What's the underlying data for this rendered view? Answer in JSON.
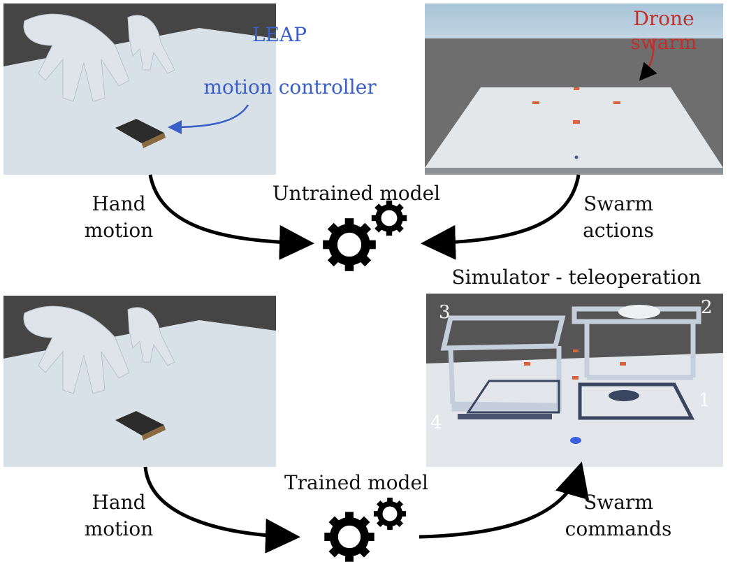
{
  "top_left_panel": {
    "annotation_line1": "LEAP",
    "annotation_line2": "motion controller",
    "annotation_color": "#3a5fc8"
  },
  "top_right_panel": {
    "annotation": "Drone swarm",
    "annotation_color": "#c0302b"
  },
  "top_flow": {
    "left_label_line1": "Hand",
    "left_label_line2": "motion",
    "model_label": "Untrained model",
    "right_label_line1": "Swarm",
    "right_label_line2": "actions"
  },
  "bottom_right_panel": {
    "title": "Simulator - teleoperation",
    "zone_numbers": [
      "3",
      "2",
      "1",
      "4"
    ]
  },
  "bottom_flow": {
    "left_label_line1": "Hand",
    "left_label_line2": "motion",
    "model_label": "Trained model",
    "right_label_line1": "Swarm",
    "right_label_line2": "commands"
  },
  "icons": {
    "model_icon": "gears-icon"
  }
}
